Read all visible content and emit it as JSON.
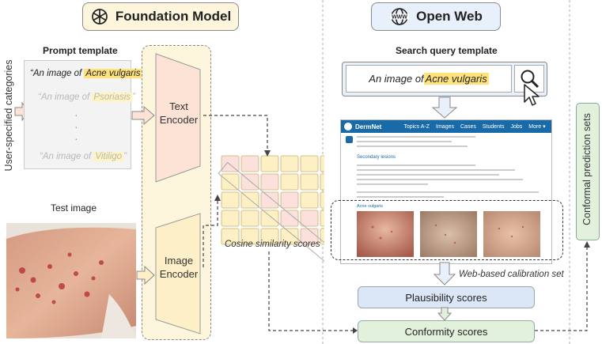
{
  "headers": {
    "foundation_model": "Foundation Model",
    "open_web": "Open Web"
  },
  "left": {
    "prompt_template_title": "Prompt template",
    "user_categories_label": "User-specified categories",
    "prompts": [
      {
        "prefix": "“An image of ",
        "term": "Acne vulgaris",
        "suffix": "”"
      },
      {
        "prefix": "“An image of ",
        "term": "Psoriasis",
        "suffix": "”"
      },
      {
        "prefix": "“An image of ",
        "term": "Vitiligo",
        "suffix": "”"
      }
    ],
    "dots": "·",
    "test_image_title": "Test image",
    "text_encoder": "Text\nEncoder",
    "image_encoder": "Image\nEncoder",
    "cosine_caption": "Cosine similarity scores"
  },
  "right": {
    "search_query_title": "Search query template",
    "search_prefix": "An image of ",
    "search_term": "Acne vulgaris",
    "calibration_caption": "Web-based calibration set",
    "plausibility_scores": "Plausibility scores",
    "conformity_scores": "Conformity scores",
    "conformal_sets_label": "Conformal prediction sets"
  },
  "dermnet": {
    "logo": "DermNet",
    "nav": [
      "Topics A-Z",
      "Images",
      "Cases",
      "Students",
      "Jobs",
      "More ▾"
    ],
    "heading": "Secondary lesions",
    "section_label": "Acne vulgaris"
  },
  "colors": {
    "foundation_bg": "#fdf6dc",
    "web_bg": "#e8f0fb",
    "highlight": "#ffe27a",
    "dermnet_blue": "#1a6aa8",
    "pill_blue": "#dbe6f6",
    "pill_green": "#e2f1dc"
  }
}
